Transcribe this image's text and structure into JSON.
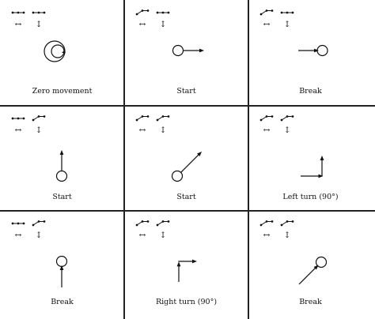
{
  "colors": {
    "stroke": "#111111",
    "background": "#ffffff",
    "grid": "#222222"
  },
  "axis_symbols": {
    "horizontal": "↔",
    "vertical": "↕"
  },
  "cells": [
    {
      "caption": "Zero movement",
      "h_state": "flat",
      "v_state": "flat",
      "glyph": "circle-loop"
    },
    {
      "caption": "Start",
      "h_state": "rising",
      "v_state": "flat",
      "glyph": "circle-arrow-right"
    },
    {
      "caption": "Break",
      "h_state": "rising",
      "v_state": "flat",
      "glyph": "arrow-right-into-circle"
    },
    {
      "caption": "Start",
      "h_state": "flat",
      "v_state": "rising",
      "glyph": "circle-arrow-up"
    },
    {
      "caption": "Start",
      "h_state": "rising",
      "v_state": "rising",
      "glyph": "circle-arrow-diagonal"
    },
    {
      "caption": "Left turn (90°)",
      "h_state": "rising",
      "v_state": "rising",
      "glyph": "left-turn-90"
    },
    {
      "caption": "Break",
      "h_state": "flat",
      "v_state": "rising",
      "glyph": "arrow-up-into-circle"
    },
    {
      "caption": "Right turn (90°)",
      "h_state": "rising",
      "v_state": "rising",
      "glyph": "right-turn-90"
    },
    {
      "caption": "Break",
      "h_state": "rising",
      "v_state": "rising",
      "glyph": "diagonal-arrow-into-circle"
    }
  ]
}
